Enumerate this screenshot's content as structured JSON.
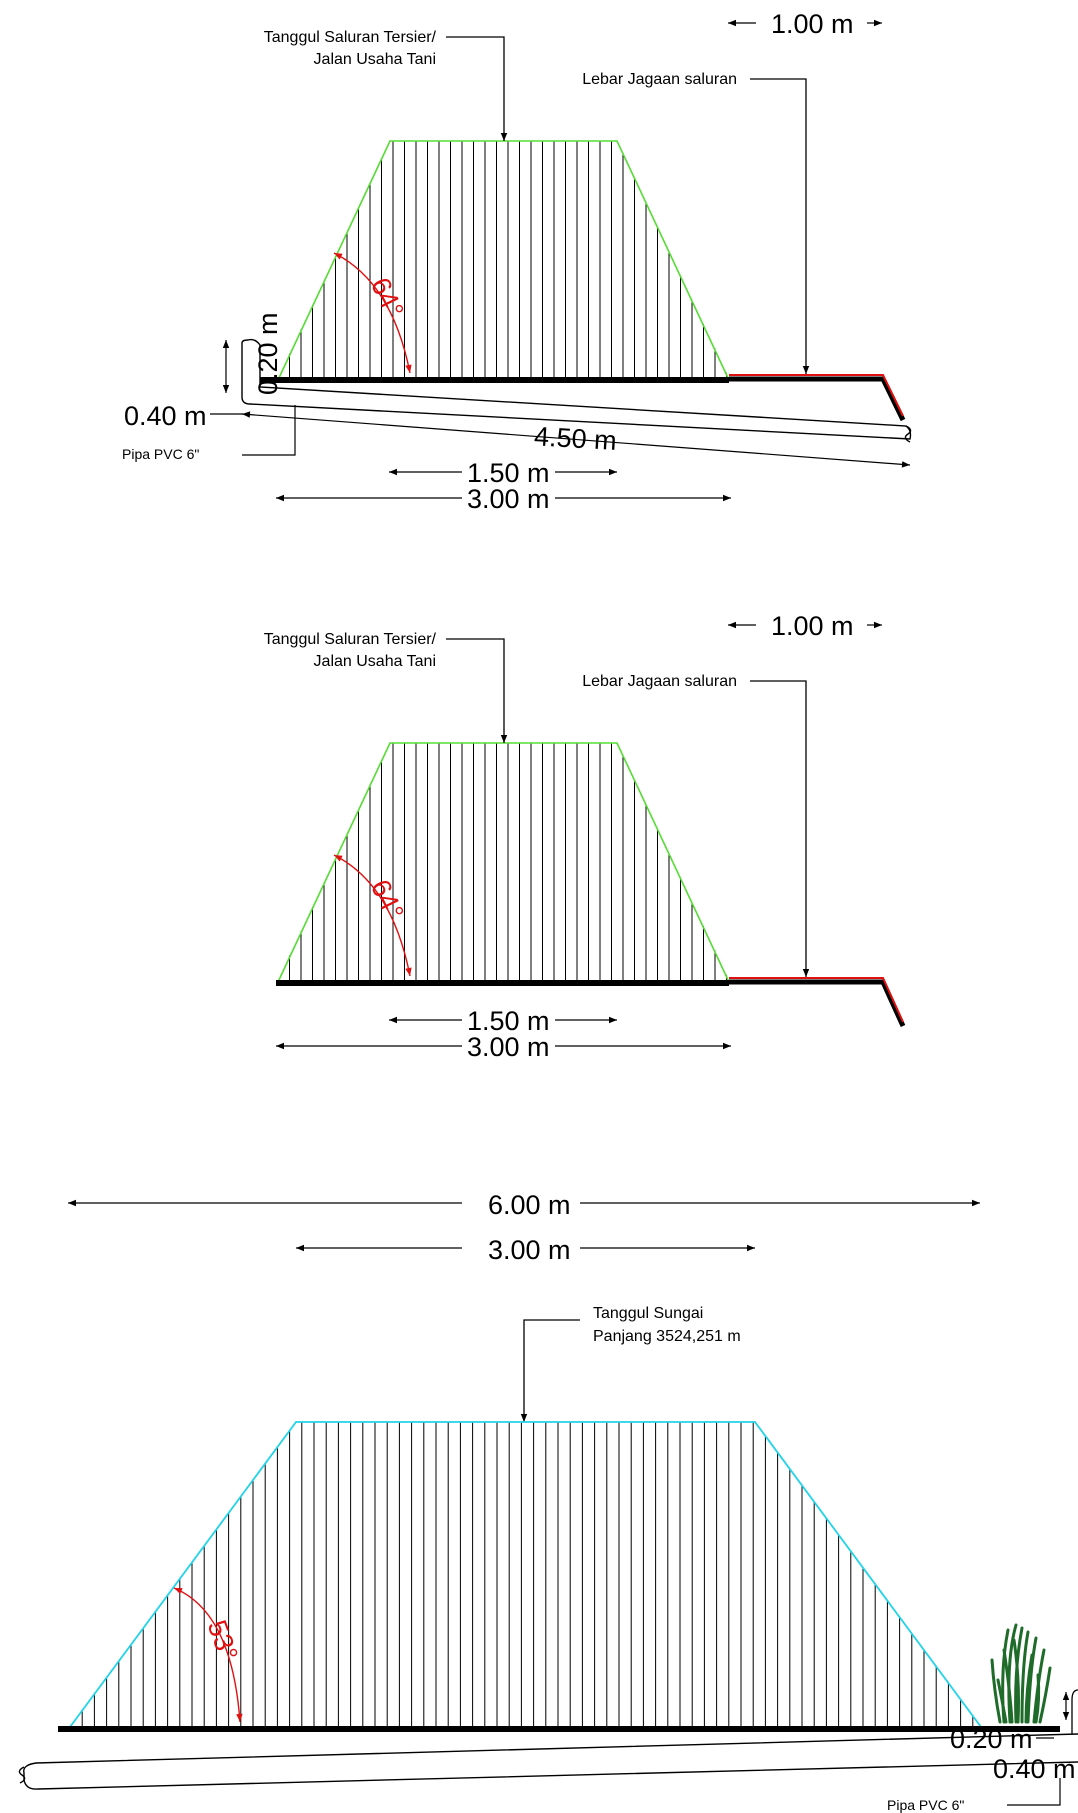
{
  "sections": [
    {
      "id": "section-1",
      "embankment_label_line1": "Tanggul Saluran Tersier/",
      "embankment_label_line2": "Jalan Usaha Tani",
      "freeboard_label": "Lebar Jagaan saluran",
      "dim_freeboard": "1.00 m",
      "dim_top": "1.50 m",
      "dim_base": "3.00 m",
      "dim_pipe_length": "4.50 m",
      "dim_pipe_height": "0.20 m",
      "dim_pipe_depth": "0.40 m",
      "pipe_label": "Pipa PVC 6\"",
      "angle": "64°"
    },
    {
      "id": "section-2",
      "embankment_label_line1": "Tanggul Saluran Tersier/",
      "embankment_label_line2": "Jalan Usaha Tani",
      "freeboard_label": "Lebar Jagaan saluran",
      "dim_freeboard": "1.00 m",
      "dim_top": "1.50 m",
      "dim_base": "3.00 m",
      "angle": "64°"
    },
    {
      "id": "section-3",
      "dim_base": "6.00 m",
      "dim_top": "3.00 m",
      "embankment_label_line1": "Tanggul Sungai",
      "embankment_label_line2": "Panjang 3524,251 m",
      "angle": "53°",
      "dim_pipe_height": "0.20 m",
      "dim_pipe_depth": "0.40 m",
      "pipe_label": "Pipa PVC 6\""
    }
  ],
  "colors": {
    "embankment_edge_small": "#55dd33",
    "embankment_edge_large": "#22d4e8",
    "channel_lining": "#e01010",
    "angle_annotation": "#e01010",
    "ground_line": "#000000",
    "vegetation": "#1e6b2a"
  }
}
